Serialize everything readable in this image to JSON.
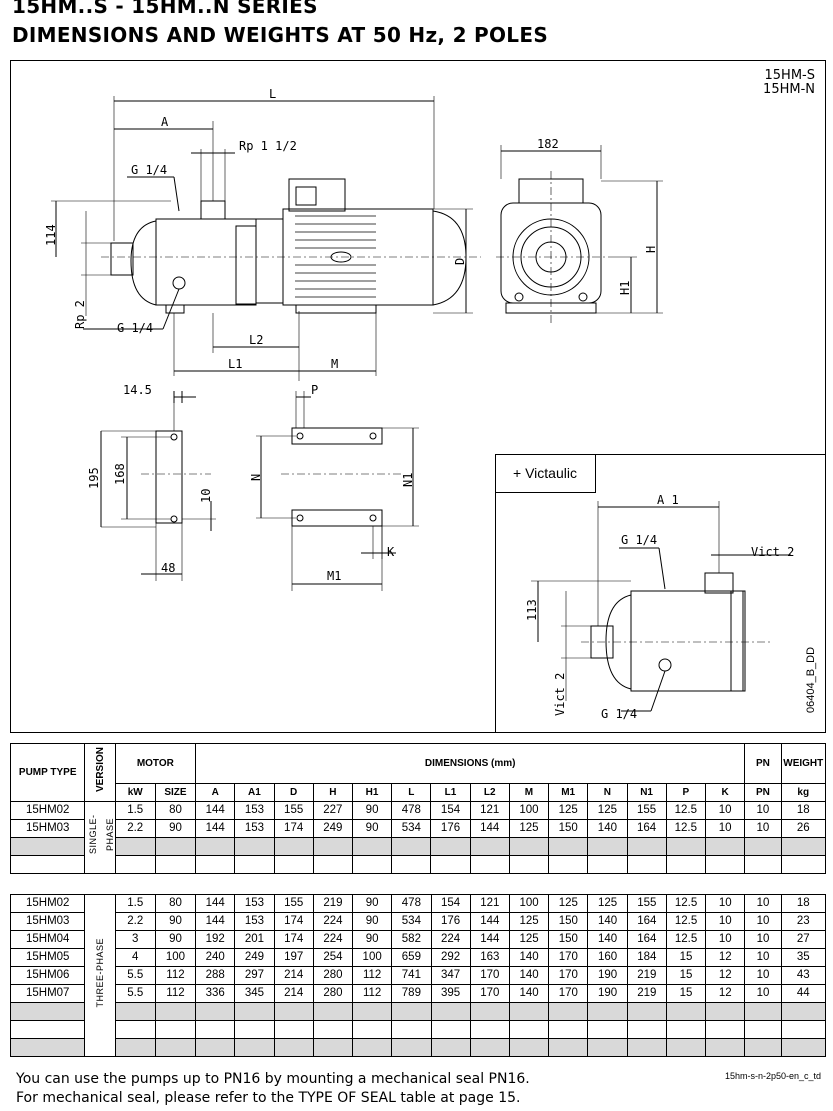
{
  "title_line1": "15HM..S - 15HM..N SERIES",
  "title_line2": "DIMENSIONS AND WEIGHTS AT 50 Hz, 2 POLES",
  "drawing": {
    "series_s": "15HM-S",
    "series_n": "15HM-N",
    "victaulic_label": "+ Victaulic",
    "drawing_code": "06404_B_DD",
    "labels": {
      "L": "L",
      "A": "A",
      "Rp112": "Rp 1 1/2",
      "G14a": "G 1/4",
      "d114": "114",
      "Rp2": "Rp 2",
      "G14b": "G 1/4",
      "L2": "L2",
      "L1": "L1",
      "M": "M",
      "D": "D",
      "d182": "182",
      "H": "H",
      "H1": "H1",
      "d145": "14.5",
      "d195": "195",
      "d168": "168",
      "d10": "10",
      "d48": "48",
      "P": "P",
      "N": "N",
      "N1": "N1",
      "K": "K",
      "M1": "M1",
      "A1": "A 1",
      "G14c": "G 1/4",
      "Vict2a": "Vict 2",
      "d113": "113",
      "Vict2b": "Vict 2",
      "G14d": "G 1/4"
    }
  },
  "table_headers": {
    "pump_type": "PUMP TYPE",
    "version": "VERSION",
    "motor": "MOTOR",
    "dimensions": "DIMENSIONS (mm)",
    "pn": "PN",
    "weight": "WEIGHT",
    "sub": [
      "kW",
      "SIZE",
      "A",
      "A1",
      "D",
      "H",
      "H1",
      "L",
      "L1",
      "L2",
      "M",
      "M1",
      "N",
      "N1",
      "P",
      "K",
      "PN",
      "kg"
    ]
  },
  "single_phase_label": "SINGLE-PHASE",
  "three_phase_label": "THREE-PHASE",
  "single_phase_rows": [
    [
      "15HM02",
      "1.5",
      "80",
      "144",
      "153",
      "155",
      "227",
      "90",
      "478",
      "154",
      "121",
      "100",
      "125",
      "125",
      "155",
      "12.5",
      "10",
      "10",
      "18"
    ],
    [
      "15HM03",
      "2.2",
      "90",
      "144",
      "153",
      "174",
      "249",
      "90",
      "534",
      "176",
      "144",
      "125",
      "150",
      "140",
      "164",
      "12.5",
      "10",
      "10",
      "26"
    ]
  ],
  "three_phase_rows": [
    [
      "15HM02",
      "1.5",
      "80",
      "144",
      "153",
      "155",
      "219",
      "90",
      "478",
      "154",
      "121",
      "100",
      "125",
      "125",
      "155",
      "12.5",
      "10",
      "10",
      "18"
    ],
    [
      "15HM03",
      "2.2",
      "90",
      "144",
      "153",
      "174",
      "224",
      "90",
      "534",
      "176",
      "144",
      "125",
      "150",
      "140",
      "164",
      "12.5",
      "10",
      "10",
      "23"
    ],
    [
      "15HM04",
      "3",
      "90",
      "192",
      "201",
      "174",
      "224",
      "90",
      "582",
      "224",
      "144",
      "125",
      "150",
      "140",
      "164",
      "12.5",
      "10",
      "10",
      "27"
    ],
    [
      "15HM05",
      "4",
      "100",
      "240",
      "249",
      "197",
      "254",
      "100",
      "659",
      "292",
      "163",
      "140",
      "170",
      "160",
      "184",
      "15",
      "12",
      "10",
      "35"
    ],
    [
      "15HM06",
      "5.5",
      "112",
      "288",
      "297",
      "214",
      "280",
      "112",
      "741",
      "347",
      "170",
      "140",
      "170",
      "190",
      "219",
      "15",
      "12",
      "10",
      "43"
    ],
    [
      "15HM07",
      "5.5",
      "112",
      "336",
      "345",
      "214",
      "280",
      "112",
      "789",
      "395",
      "170",
      "140",
      "170",
      "190",
      "219",
      "15",
      "12",
      "10",
      "44"
    ]
  ],
  "footnote_1": "You can use the pumps up to PN16 by mounting a mechanical seal PN16.",
  "footnote_2": "For mechanical seal, please refer to the TYPE OF SEAL table at page 15.",
  "doc_code": "15hm-s-n-2p50-en_c_td"
}
